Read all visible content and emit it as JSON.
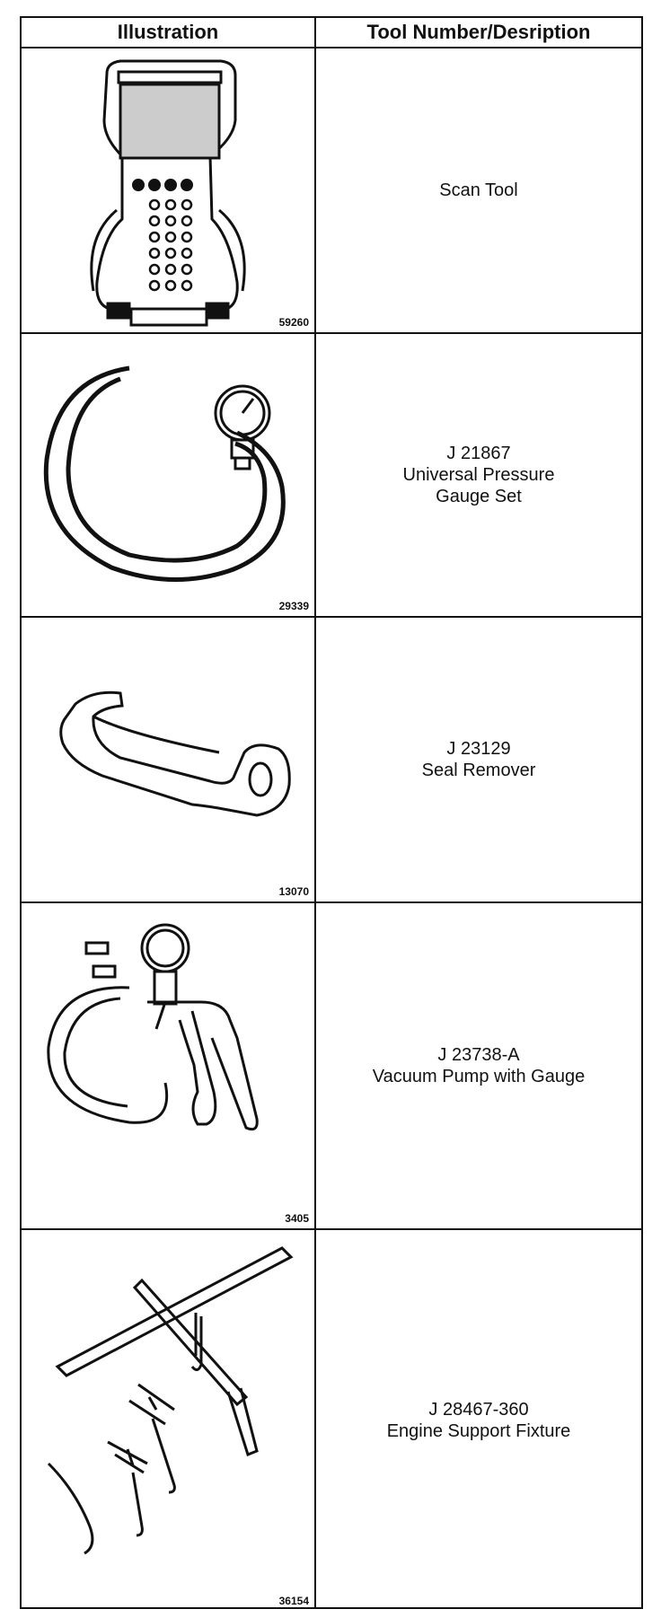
{
  "header": {
    "illustration": "Illustration",
    "tool": "Tool Number/Desription"
  },
  "rows": [
    {
      "tool_number": "",
      "description": "Scan Tool",
      "figure_id": "59260",
      "icon": "scan-tool-icon"
    },
    {
      "tool_number": "J 21867",
      "description": "Universal Pressure\nGauge Set",
      "figure_id": "29339",
      "icon": "pressure-gauge-icon"
    },
    {
      "tool_number": "J 23129",
      "description": "Seal Remover",
      "figure_id": "13070",
      "icon": "seal-remover-icon"
    },
    {
      "tool_number": "J 23738-A",
      "description": "Vacuum Pump with Gauge",
      "figure_id": "3405",
      "icon": "vacuum-pump-icon"
    },
    {
      "tool_number": "J 28467-360",
      "description": "Engine Support Fixture",
      "figure_id": "36154",
      "icon": "engine-support-fixture-icon"
    }
  ]
}
